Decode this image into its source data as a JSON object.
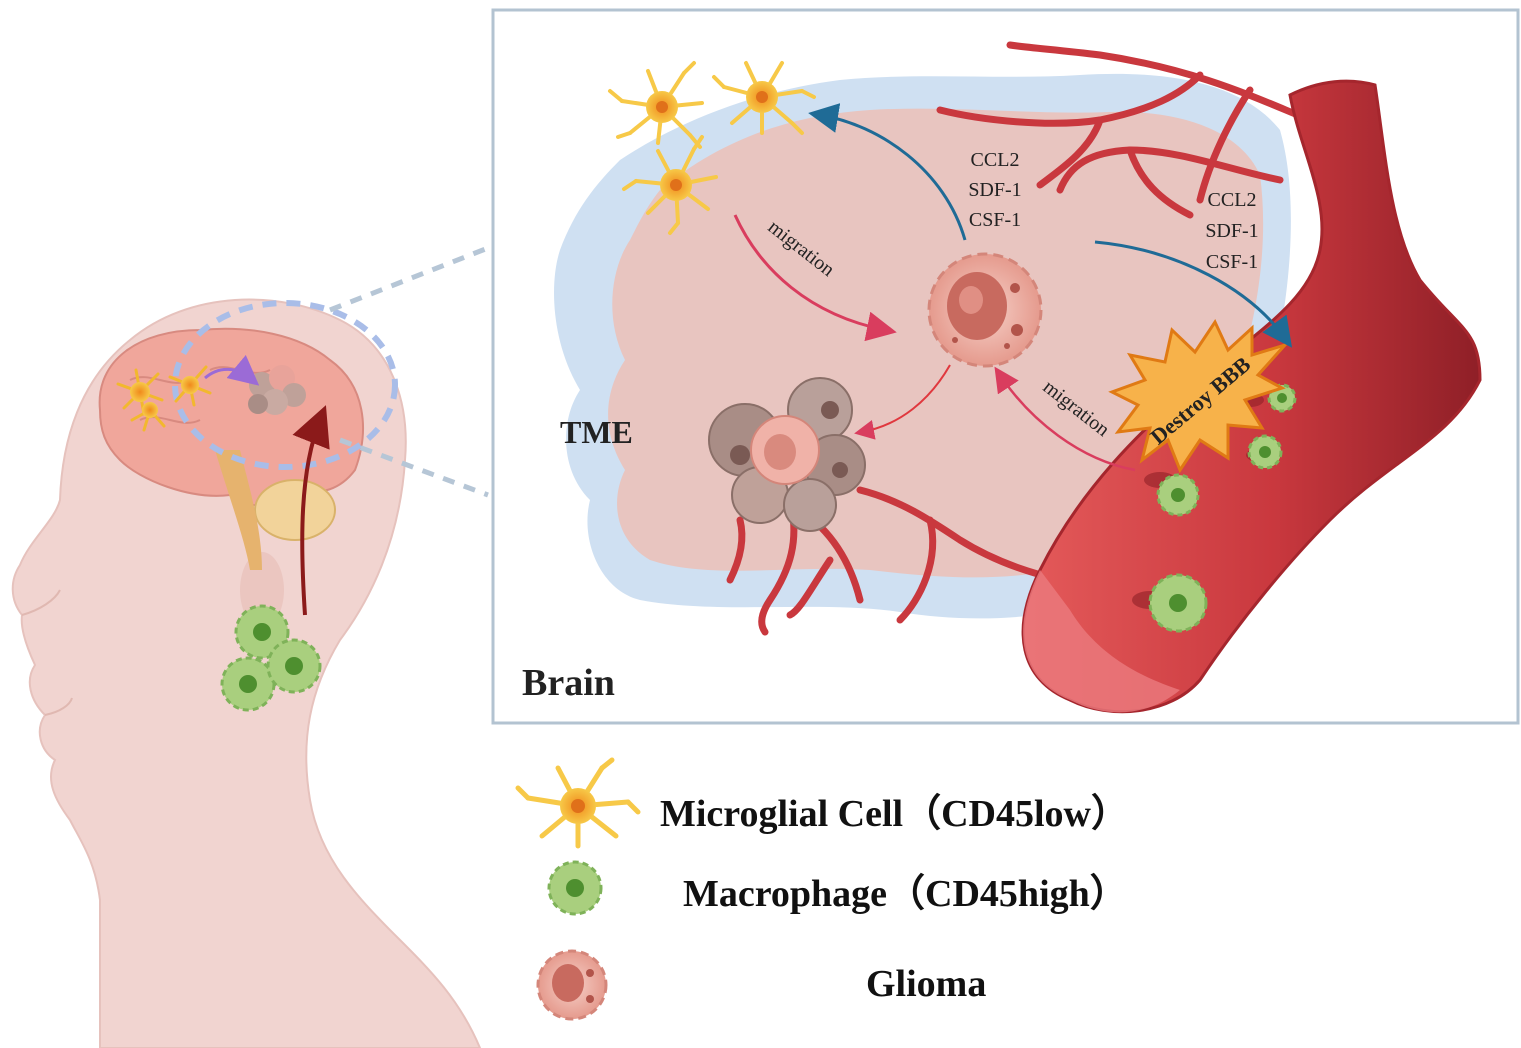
{
  "labels": {
    "tme": "TME",
    "brain": "Brain",
    "chemokines_center": [
      "CCL2",
      "SDF-1",
      "CSF-1"
    ],
    "chemokines_vessel": [
      "CCL2",
      "SDF-1",
      "CSF-1"
    ],
    "migration_top": "migration",
    "migration_right": "migration",
    "destroy_bbb": "Destroy BBB"
  },
  "legend": {
    "microglia": "Microglial Cell（CD45low）",
    "macrophage": "Macrophage（CD45high）",
    "glioma": "Glioma"
  },
  "colors": {
    "microglia": "#f7c948",
    "macrophage": "#a9cf7e",
    "glioma": "#e8a39a",
    "vessel": "#c9383e",
    "tme_blue": "#cfe0f2",
    "tme_pink": "#e8c5c0",
    "arrow_blue": "#1f6b96",
    "arrow_red": "#d93d5e"
  }
}
